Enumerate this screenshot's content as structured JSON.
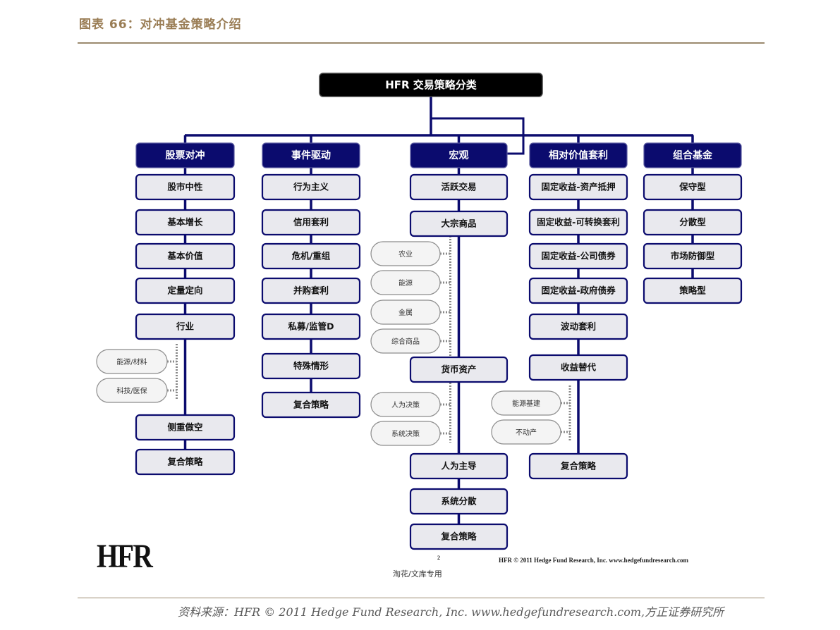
{
  "caption": "图表 66：对冲基金策略介绍",
  "root": {
    "label": "HFR 交易策略分类"
  },
  "categories": [
    {
      "label": "股票对冲",
      "items": [
        "股市中性",
        "基本增长",
        "基本价值",
        "定量定向",
        "行业",
        "侧重做空",
        "复合策略"
      ],
      "subs": [
        "能源/材料",
        "科技/医保"
      ]
    },
    {
      "label": "事件驱动",
      "items": [
        "行为主义",
        "信用套利",
        "危机/重组",
        "并购套利",
        "私募/监管D",
        "特殊情形",
        "复合策略"
      ],
      "subs": []
    },
    {
      "label": "宏观",
      "items": [
        "活跃交易",
        "大宗商品",
        "货币资产",
        "人为主导",
        "系统分散",
        "复合策略"
      ],
      "subs": [
        "农业",
        "能源",
        "金属",
        "综合商品",
        "人为决策",
        "系统决策"
      ]
    },
    {
      "label": "相对价值套利",
      "items": [
        "固定收益-资产抵押",
        "固定收益-可转换套利",
        "固定收益-公司债券",
        "固定收益-政府债券",
        "波动套利",
        "收益替代",
        "复合策略"
      ],
      "subs": [
        "能源基建",
        "不动产"
      ]
    },
    {
      "label": "组合基金",
      "items": [
        "保守型",
        "分散型",
        "市场防御型",
        "策略型"
      ],
      "subs": []
    }
  ],
  "logo": "HFR",
  "copyright": "HFR © 2011 Hedge Fund Research, Inc.  www.hedgefundresearch.com",
  "page_number": "2",
  "watermark": "淘花/文库专用",
  "source": "资料来源：HFR © 2011 Hedge Fund Research, Inc.   www.hedgefundresearch.com,方正证券研究所",
  "colors": {
    "navy": "#0b0b6e",
    "box_fill": "#e9e9ee",
    "sub_fill": "#f4f4f4",
    "sub_border": "#8c8c8c",
    "accent": "#9a7d55"
  }
}
